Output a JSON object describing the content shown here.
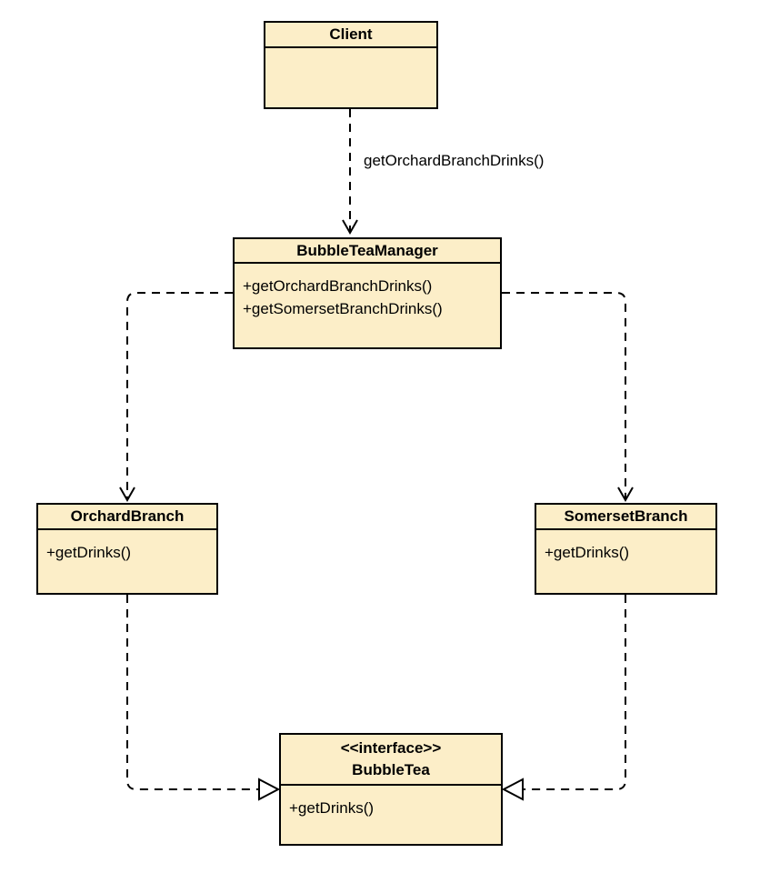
{
  "colors": {
    "class_fill": "#FCEEC8",
    "stroke": "#000000",
    "background": "#FFFFFF"
  },
  "classes": [
    {
      "id": "client",
      "title": "Client",
      "methods": []
    },
    {
      "id": "bubble-tea-manager",
      "title": "BubbleTeaManager",
      "methods": [
        "+getOrchardBranchDrinks()",
        "+getSomersetBranchDrinks()"
      ]
    },
    {
      "id": "orchard-branch",
      "title": "OrchardBranch",
      "methods": [
        "+getDrinks()"
      ]
    },
    {
      "id": "somerset-branch",
      "title": "SomersetBranch",
      "methods": [
        "+getDrinks()"
      ]
    },
    {
      "id": "bubble-tea",
      "stereotype": "<<interface>>",
      "title": "BubbleTea",
      "methods": [
        "+getDrinks()"
      ]
    }
  ],
  "edges": [
    {
      "type": "dependency",
      "from": "Client",
      "to": "BubbleTeaManager",
      "label": "getOrchardBranchDrinks()"
    },
    {
      "type": "dependency",
      "from": "BubbleTeaManager",
      "to": "OrchardBranch"
    },
    {
      "type": "dependency",
      "from": "BubbleTeaManager",
      "to": "SomersetBranch"
    },
    {
      "type": "realization",
      "from": "OrchardBranch",
      "to": "BubbleTea"
    },
    {
      "type": "realization",
      "from": "SomersetBranch",
      "to": "BubbleTea"
    }
  ]
}
